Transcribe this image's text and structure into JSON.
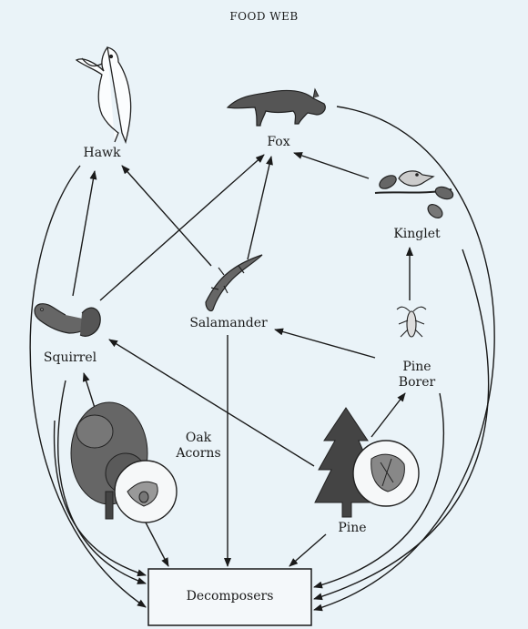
{
  "title": "FOOD WEB",
  "nodes": {
    "hawk": "Hawk",
    "fox": "Fox",
    "kinglet": "Kinglet",
    "squirrel": "Squirrel",
    "salamander": "Salamander",
    "pine_borer": "Pine\nBorer",
    "oak": "Oak\nAcorns",
    "pine": "Pine",
    "decomposers": "Decomposers"
  },
  "links": [
    {
      "from": "Squirrel",
      "to": "Hawk"
    },
    {
      "from": "Squirrel",
      "to": "Fox"
    },
    {
      "from": "Salamander",
      "to": "Hawk"
    },
    {
      "from": "Salamander",
      "to": "Fox"
    },
    {
      "from": "Kinglet",
      "to": "Fox"
    },
    {
      "from": "Pine Borer",
      "to": "Kinglet"
    },
    {
      "from": "Pine Borer",
      "to": "Salamander"
    },
    {
      "from": "Pine",
      "to": "Pine Borer"
    },
    {
      "from": "Pine",
      "to": "Squirrel"
    },
    {
      "from": "Oak Acorns",
      "to": "Squirrel"
    },
    {
      "from": "Hawk",
      "to": "Decomposers"
    },
    {
      "from": "Fox",
      "to": "Decomposers"
    },
    {
      "from": "Kinglet",
      "to": "Decomposers"
    },
    {
      "from": "Squirrel",
      "to": "Decomposers"
    },
    {
      "from": "Salamander",
      "to": "Decomposers"
    },
    {
      "from": "Pine Borer",
      "to": "Decomposers"
    },
    {
      "from": "Oak Acorns",
      "to": "Decomposers"
    },
    {
      "from": "Pine",
      "to": "Decomposers"
    }
  ],
  "icons": {
    "hawk": "hawk-icon",
    "fox": "fox-icon",
    "kinglet": "kinglet-icon",
    "squirrel": "squirrel-icon",
    "salamander": "salamander-icon",
    "pine_borer": "pine-borer-icon",
    "oak": "oak-tree-icon",
    "pine": "pine-tree-icon"
  },
  "colors": {
    "background": "#eaf3f8",
    "ink": "#1a1a1a",
    "box_fill": "#f4f8fa"
  }
}
